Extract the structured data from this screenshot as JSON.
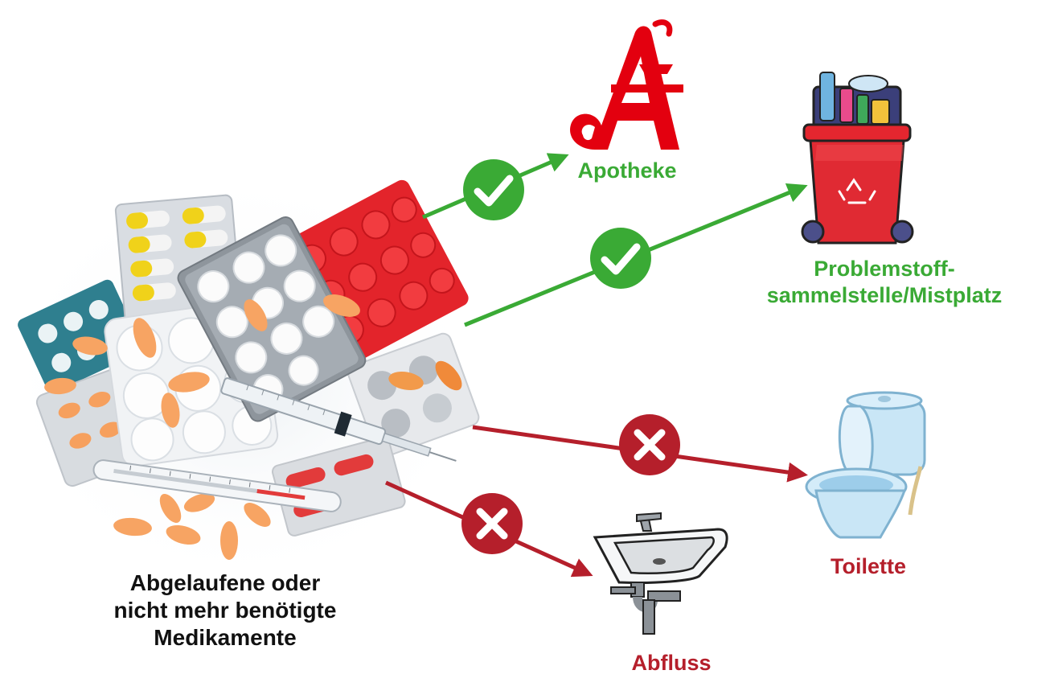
{
  "source": {
    "label": "Abgelaufene oder nicht mehr benötigte Medikamente",
    "image": "pile-of-medication-blisters-pills-syringe-thermometer"
  },
  "targets": [
    {
      "id": "apotheke",
      "label": "Apotheke",
      "status": "allowed",
      "status_icon": "checkmark-icon",
      "icon": "apotheke-logo-icon"
    },
    {
      "id": "problemstoff",
      "label": "Problemstoff-sammelstelle/Mistplatz",
      "status": "allowed",
      "status_icon": "checkmark-icon",
      "icon": "hazardous-waste-bin-icon"
    },
    {
      "id": "toilette",
      "label": "Toilette",
      "status": "forbidden",
      "status_icon": "cross-icon",
      "icon": "toilet-icon"
    },
    {
      "id": "abfluss",
      "label": "Abfluss",
      "status": "forbidden",
      "status_icon": "cross-icon",
      "icon": "sink-icon"
    }
  ],
  "colors": {
    "allowed": "#3aaa35",
    "forbidden": "#b51f2b",
    "apotheke_red": "#e3000f",
    "text": "#111111"
  }
}
